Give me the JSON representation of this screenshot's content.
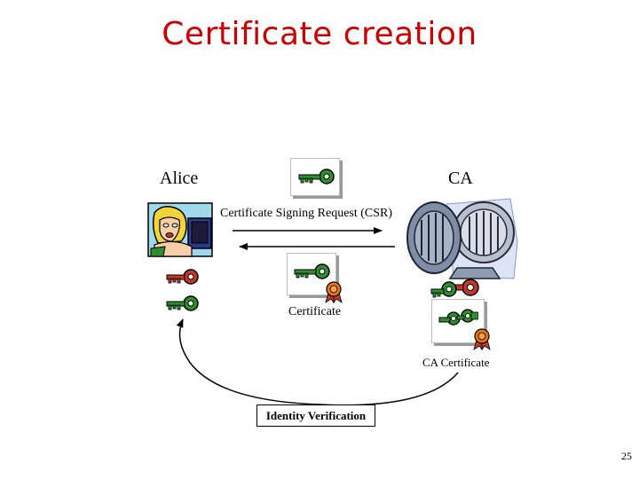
{
  "title": "Certificate creation",
  "parties": {
    "alice": "Alice",
    "ca": "CA"
  },
  "messages": {
    "csr": "Certificate Signing Request (CSR)",
    "certificate": "Certificate",
    "ca_certificate": "CA Certificate",
    "identity_verification": "Identity Verification"
  },
  "page_number": "25",
  "colors": {
    "title": "#cc0000",
    "green_key": "#2f8f2f",
    "red_key": "#c0392b",
    "seal": "#e8741a"
  },
  "icons": {
    "alice": "woman-at-computer",
    "ca": "bank-vault",
    "keys": "key",
    "seal": "certificate-seal"
  }
}
